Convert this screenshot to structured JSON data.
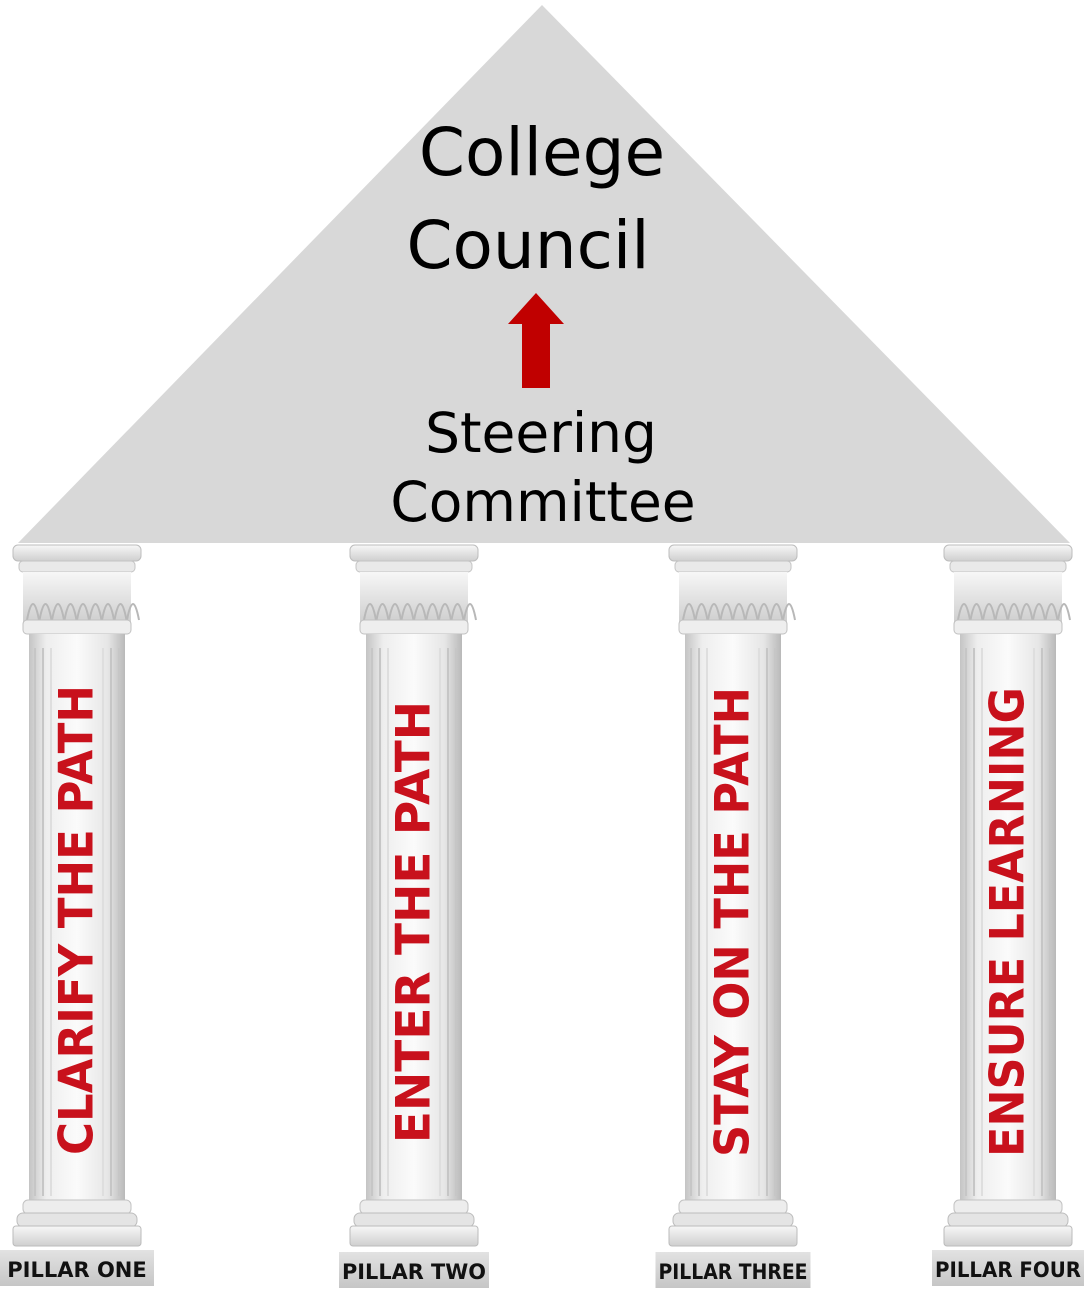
{
  "roof": {
    "title_line1": "College",
    "title_line2": "Council",
    "subtitle_line1": "Steering",
    "subtitle_line2": "Committee"
  },
  "pillars": [
    {
      "label": "CLARIFY THE PATH",
      "plate": "PILLAR ONE"
    },
    {
      "label": "ENTER THE PATH",
      "plate": "PILLAR TWO"
    },
    {
      "label": "STAY ON THE PATH",
      "plate": "PILLAR THREE"
    },
    {
      "label": "ENSURE LEARNING",
      "plate": "PILLAR FOUR"
    }
  ],
  "colors": {
    "roof": "#d8d8d8",
    "arrow": "#c00000",
    "pillar_text": "#c8111c",
    "column_light": "#f4f4f4",
    "column_shade": "#c9c9c9",
    "plate": "#d6d6d6"
  },
  "icons": {
    "arrow": "up-arrow-icon"
  }
}
